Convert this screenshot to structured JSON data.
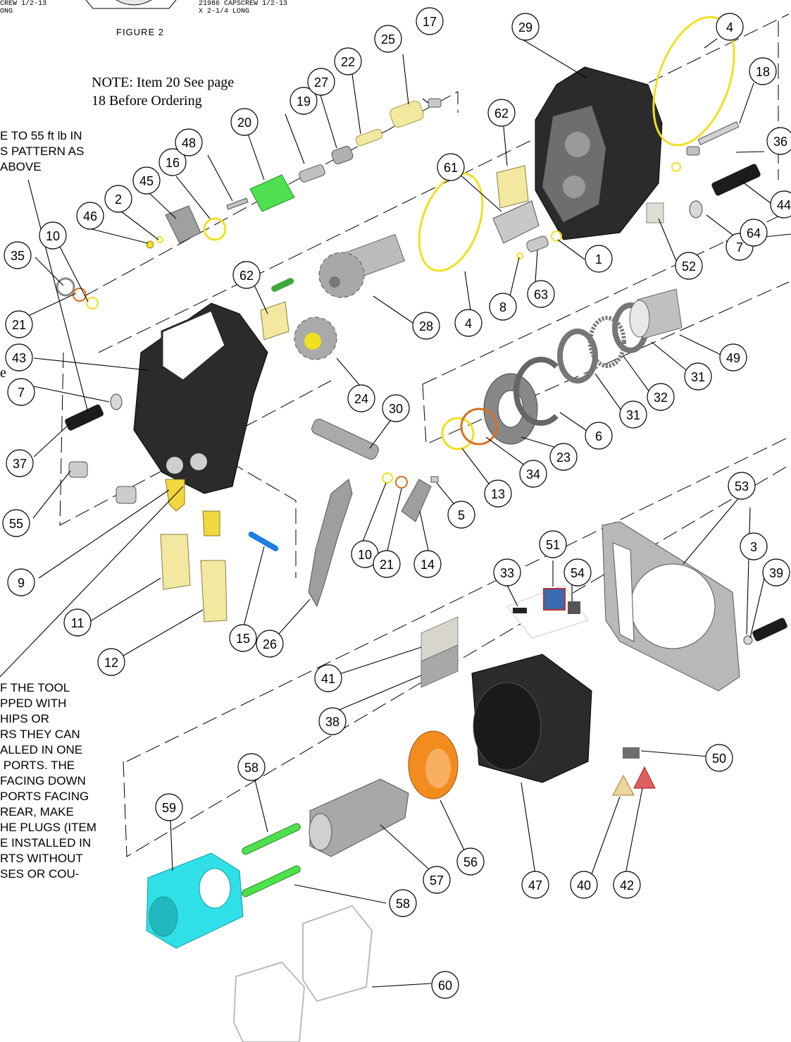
{
  "notes": {
    "fig_label": "FIGURE 2",
    "capscrew_left": [
      "CREW 1/2-13",
      "ONG"
    ],
    "capscrew_right": [
      "21986 CAPSCREW 1/2-13",
      "X 2-1/4 LONG"
    ],
    "item20_note": [
      "NOTE: Item 20 See page",
      "18 Before Ordering"
    ],
    "torque_note": [
      "E TO 55 ft lb IN",
      "S PATTERN AS",
      "ABOVE"
    ],
    "stray_e": "e",
    "port_note": [
      "F THE TOOL",
      "PPED WITH",
      "HIPS OR",
      "RS THEY CAN",
      "ALLED IN ONE",
      " PORTS. THE",
      "FACING DOWN",
      "PORTS FACING",
      "REAR, MAKE",
      "HE PLUGS (ITEM",
      "E INSTALLED IN",
      "RTS WITHOUT",
      "SES OR COU-"
    ]
  },
  "callouts": [
    "1",
    "2",
    "3",
    "4",
    "4",
    "5",
    "6",
    "7",
    "7",
    "8",
    "9",
    "10",
    "10",
    "11",
    "12",
    "13",
    "14",
    "15",
    "16",
    "17",
    "18",
    "19",
    "20",
    "21",
    "21",
    "22",
    "23",
    "24",
    "25",
    "26",
    "27",
    "28",
    "29",
    "30",
    "31",
    "31",
    "32",
    "33",
    "34",
    "35",
    "36",
    "37",
    "38",
    "39",
    "40",
    "41",
    "42",
    "43",
    "44",
    "45",
    "46",
    "47",
    "48",
    "49",
    "50",
    "51",
    "52",
    "53",
    "54",
    "55",
    "56",
    "57",
    "58",
    "58",
    "59",
    "60",
    "61",
    "62",
    "62",
    "63",
    "64"
  ],
  "colors": {
    "housing": "#2b2b2b",
    "gray_part": "#b8b8b8",
    "yellow_part": "#f2e8a0",
    "green_part": "#4ee04e",
    "cyan_part": "#2fe0e8",
    "orange_part": "#f28c1e",
    "blue_pin": "#1e7fe0",
    "oring_yellow": "#f0e020",
    "oring_orange": "#d87020"
  }
}
